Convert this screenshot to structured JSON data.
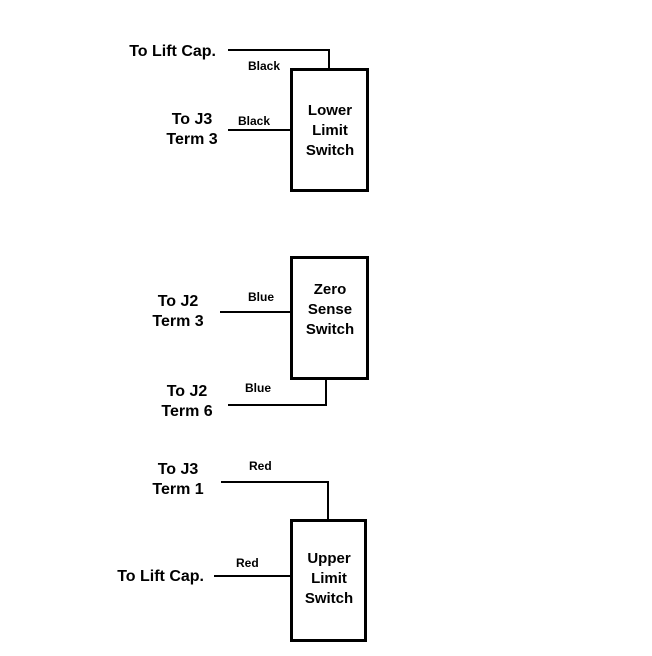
{
  "switches": [
    {
      "name_lines": [
        "Lower",
        "Limit",
        "Switch"
      ],
      "connections": [
        {
          "destination_lines": [
            "To Lift Cap."
          ],
          "wire_color": "Black"
        },
        {
          "destination_lines": [
            "To J3",
            "Term 3"
          ],
          "wire_color": "Black"
        }
      ]
    },
    {
      "name_lines": [
        "Zero",
        "Sense",
        "Switch"
      ],
      "connections": [
        {
          "destination_lines": [
            "To J2",
            "Term 3"
          ],
          "wire_color": "Blue"
        },
        {
          "destination_lines": [
            "To J2",
            "Term 6"
          ],
          "wire_color": "Blue"
        }
      ]
    },
    {
      "name_lines": [
        "Upper",
        "Limit",
        "Switch"
      ],
      "connections": [
        {
          "destination_lines": [
            "To J3",
            "Term 1"
          ],
          "wire_color": "Red"
        },
        {
          "destination_lines": [
            "To Lift Cap."
          ],
          "wire_color": "Red"
        }
      ]
    }
  ],
  "colors": {
    "line": "#000000",
    "background": "#ffffff"
  }
}
